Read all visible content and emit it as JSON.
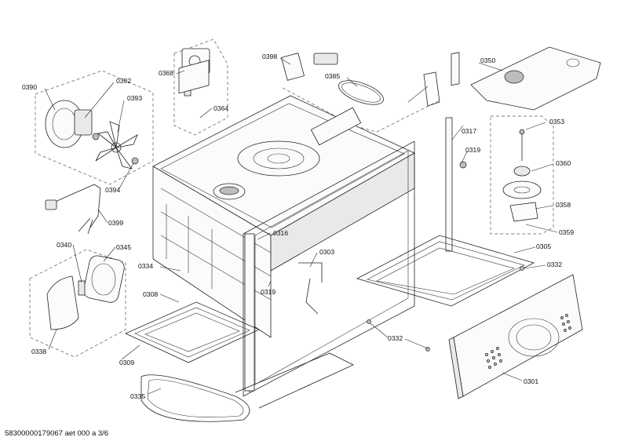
{
  "callouts": [
    "0390",
    "0392",
    "0393",
    "0394",
    "0368",
    "0364",
    "0398",
    "0385",
    "0350",
    "0317",
    "0319",
    "0353",
    "0360",
    "0358",
    "0359",
    "0399",
    "0316",
    "0340",
    "0345",
    "0334",
    "0303",
    "0305",
    "0332",
    "0308",
    "0319",
    "0338",
    "0309",
    "0332",
    "0335",
    "0301"
  ],
  "footer": {
    "code": "58300000179067 aet 000 a 3/6"
  }
}
